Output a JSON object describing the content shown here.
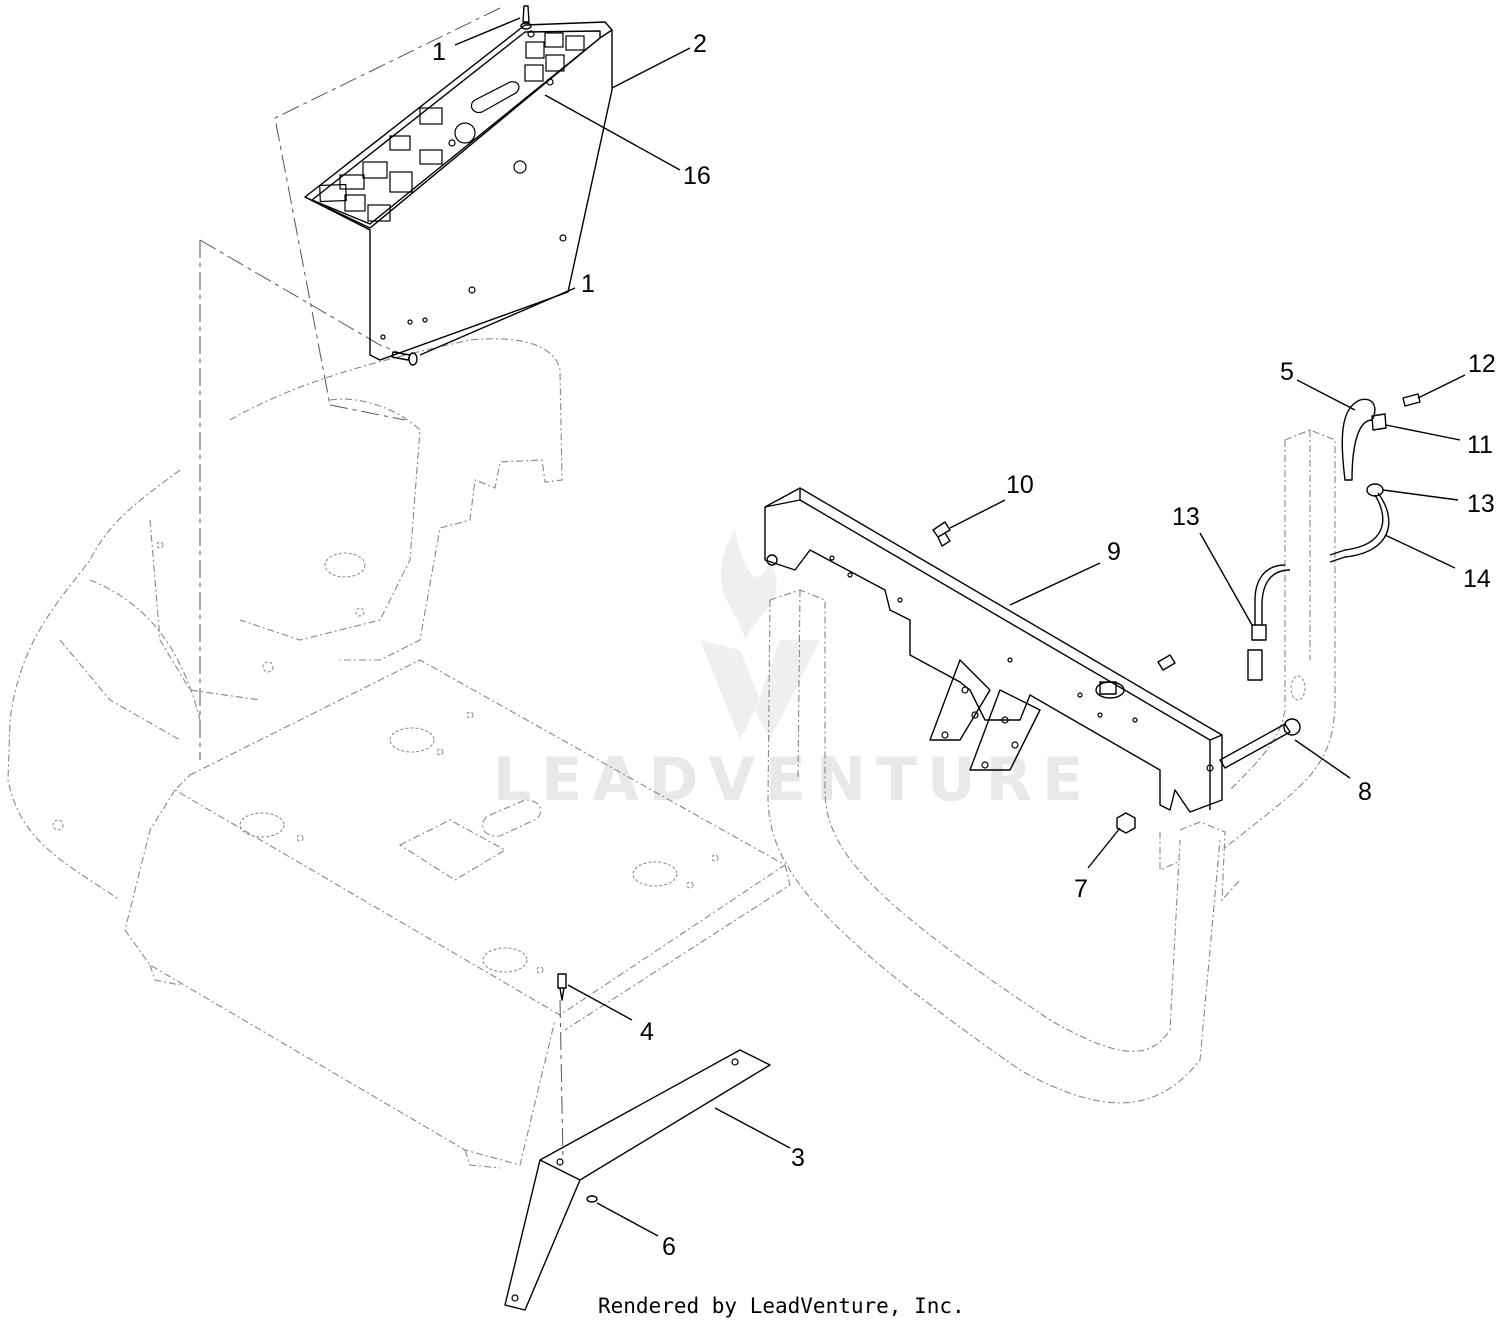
{
  "watermark": "LEADVENTURE",
  "footer": "Rendered by LeadVenture, Inc.",
  "callouts": {
    "c1a": "1",
    "c2": "2",
    "c16": "16",
    "c1b": "1",
    "c5": "5",
    "c12": "12",
    "c11": "11",
    "c10": "10",
    "c13a": "13",
    "c13b": "13",
    "c9": "9",
    "c14": "14",
    "c8": "8",
    "c7": "7",
    "c4": "4",
    "c3": "3",
    "c6": "6"
  }
}
